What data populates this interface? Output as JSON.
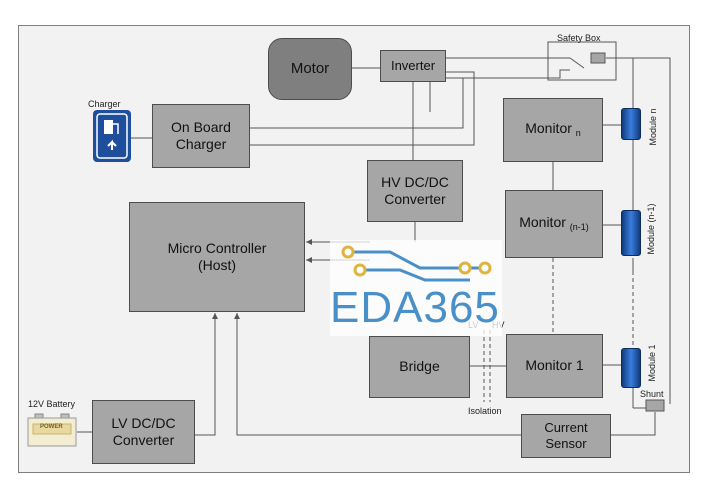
{
  "blocks": {
    "motor": "Motor",
    "inverter": "Inverter",
    "safety_box": "Safety Box",
    "charger": "Charger",
    "on_board_charger": [
      "On Board",
      "Charger"
    ],
    "hv_dcdc": [
      "HV DC/DC",
      "Converter"
    ],
    "micro_controller": [
      "Micro Controller",
      "(Host)"
    ],
    "monitor_n": "Monitor",
    "monitor_n_sub": "n",
    "monitor_n1": "Monitor",
    "monitor_n1_sub": "(n-1)",
    "monitor_1": "Monitor 1",
    "bridge": "Bridge",
    "battery_12v": "12V Battery",
    "battery_power_text": "POWER",
    "lv_dcdc": [
      "LV DC/DC",
      "Converter"
    ],
    "current_sensor": [
      "Current",
      "Sensor"
    ],
    "shunt": "Shunt",
    "isolation": "Isolation",
    "lv_label": "LV",
    "hv_label": "HV",
    "module_n": "Module n",
    "module_n1": "Module (n-1)",
    "module_1": "Module 1"
  },
  "watermark": {
    "text": "EDA365"
  },
  "colors": {
    "block_fill": "#a6a6a6",
    "motor_fill": "#7f7f7f",
    "background": "#f2f2f2",
    "charger_blue": "#1f4e9c",
    "cell_blue": "#1f5fbf",
    "watermark_blue": "#4a90c8",
    "watermark_gold": "#e0b43c"
  }
}
